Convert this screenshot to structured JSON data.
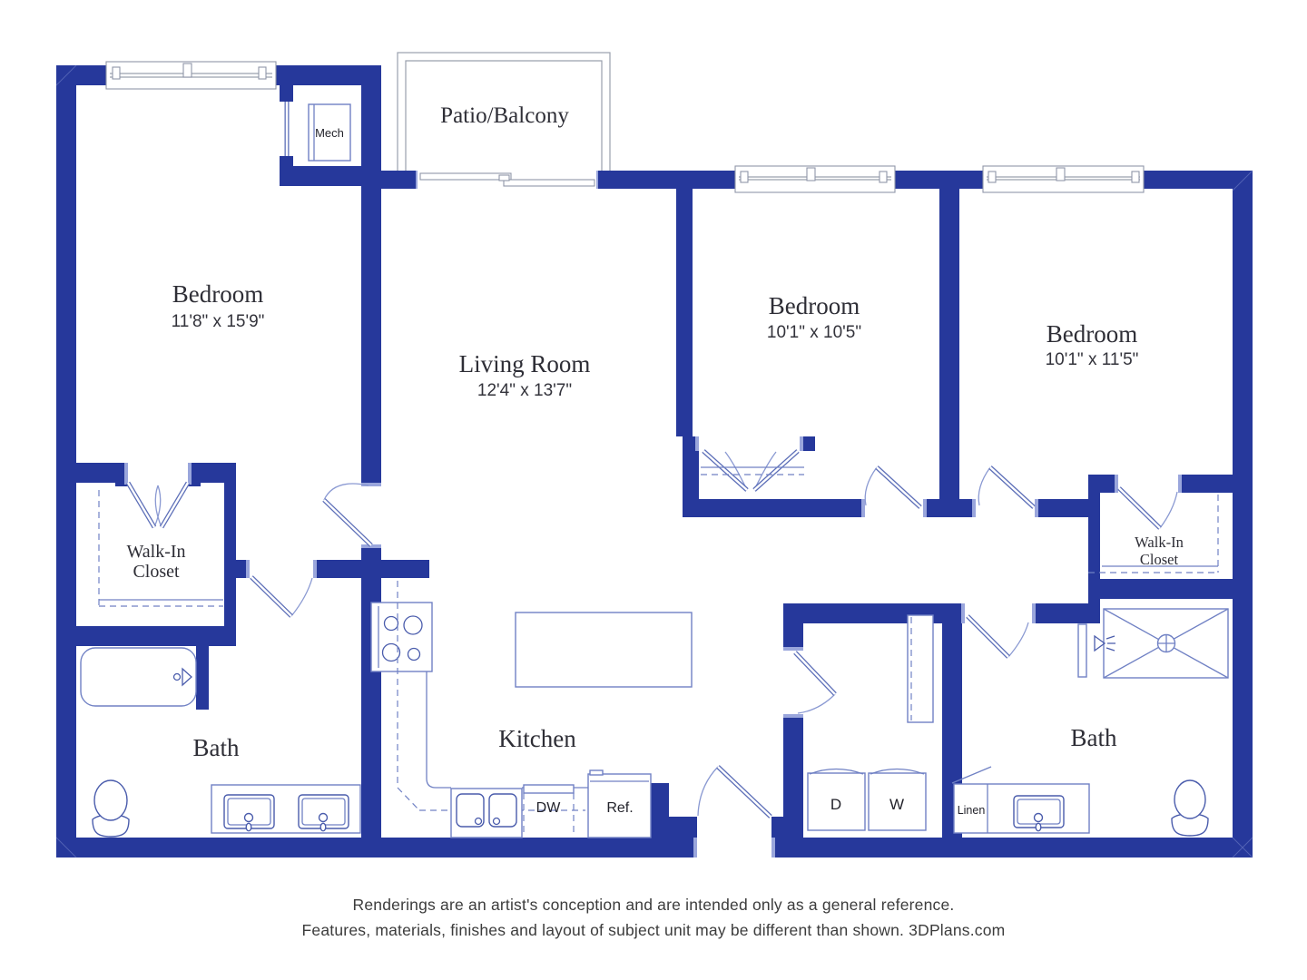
{
  "palette": {
    "wall": "#26389B",
    "fixture_stroke": "#7081C4",
    "fixture_dark": "#4A5CAC",
    "arc": "#8A99D2",
    "gray_outline": "#9AA0AE",
    "label_text": "#2E2E36",
    "footer_text": "#3C3C3C"
  },
  "rooms": {
    "bedroom1": {
      "label": "Bedroom",
      "dims": "11'8\" x 15'9\""
    },
    "living": {
      "label": "Living Room",
      "dims": "12'4\" x 13'7\""
    },
    "bedroom2": {
      "label": "Bedroom",
      "dims": "10'1\" x 10'5\""
    },
    "bedroom3": {
      "label": "Bedroom",
      "dims": "10'1\" x 11'5\""
    },
    "patio": {
      "label": "Patio/Balcony"
    },
    "wic1": {
      "line1": "Walk-In",
      "line2": "Closet"
    },
    "wic2": {
      "line1": "Walk-In",
      "line2": "Closet"
    },
    "bath1": {
      "label": "Bath"
    },
    "bath2": {
      "label": "Bath"
    },
    "kitchen": {
      "label": "Kitchen"
    }
  },
  "fixtures": {
    "mech": "Mech",
    "dishwasher": "DW",
    "refrigerator": "Ref.",
    "dryer": "D",
    "washer": "W",
    "linen": "Linen"
  },
  "footer": {
    "line1": "Renderings are an artist's conception and are intended only as a general reference.",
    "line2": "Features, materials, finishes and layout of subject unit may be different than shown. 3DPlans.com"
  }
}
